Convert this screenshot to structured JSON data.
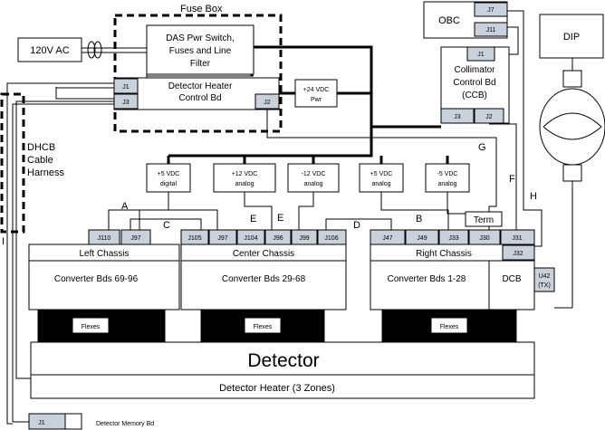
{
  "fuse_box": {
    "title": "Fuse Box",
    "das_switch": [
      "DAS Pwr Switch,",
      "Fuses and Line",
      "Filter"
    ],
    "heater_control": [
      "Detector Heater",
      "Control Bd"
    ],
    "connectors": {
      "j1": "J1",
      "j3": "J3",
      "j2": "J2"
    }
  },
  "ac_input": "120V AC",
  "dhcb_harness": [
    "DHCB",
    "Cable",
    "Harness"
  ],
  "power_24v": [
    "+24 VDC",
    "Pwr"
  ],
  "obc": {
    "label": "OBC",
    "j7": "J7",
    "j11": "J11",
    "j1": "J1"
  },
  "dip": {
    "label": "DIP"
  },
  "ccb": {
    "label": [
      "Collimator",
      "Control Bd",
      "(CCB)"
    ],
    "j3": "J3",
    "j2": "J2"
  },
  "supplies": [
    [
      "+5 VDC",
      "digital"
    ],
    [
      "+12 VDC",
      "analog"
    ],
    [
      "-12 VDC",
      "analog"
    ],
    [
      "+5 VDC",
      "analog"
    ],
    [
      "-5 VDC",
      "analog"
    ]
  ],
  "cable_labels": {
    "a": "A",
    "b": "B",
    "c": "C",
    "d": "D",
    "e1": "E",
    "e2": "E",
    "f": "F",
    "g": "G",
    "h": "H",
    "i": "I"
  },
  "term": "Term",
  "chassis": {
    "left": {
      "title": "Left Chassis",
      "body": "Converter Bds 69-96",
      "connectors": [
        "J110",
        "J97"
      ]
    },
    "center": {
      "title": "Center Chassis",
      "body": "Converter Bds 29-68",
      "connectors": [
        "J105",
        "J97",
        "J104",
        "J96",
        "J99",
        "J106"
      ]
    },
    "right": {
      "title": "Right Chassis",
      "body": "Converter Bds 1-28",
      "dcb": "DCB",
      "connectors": [
        "J47",
        "J49",
        "J33",
        "J30",
        "J31"
      ],
      "j32": "J32",
      "u42": [
        "U42",
        "(TX)"
      ]
    }
  },
  "flexes": [
    "Flexes",
    "Flexes",
    "Flexes"
  ],
  "detector": "Detector",
  "heater": "Detector Heater (3 Zones)",
  "memory": {
    "connector": "J1",
    "label": "Detector Memory Bd"
  }
}
